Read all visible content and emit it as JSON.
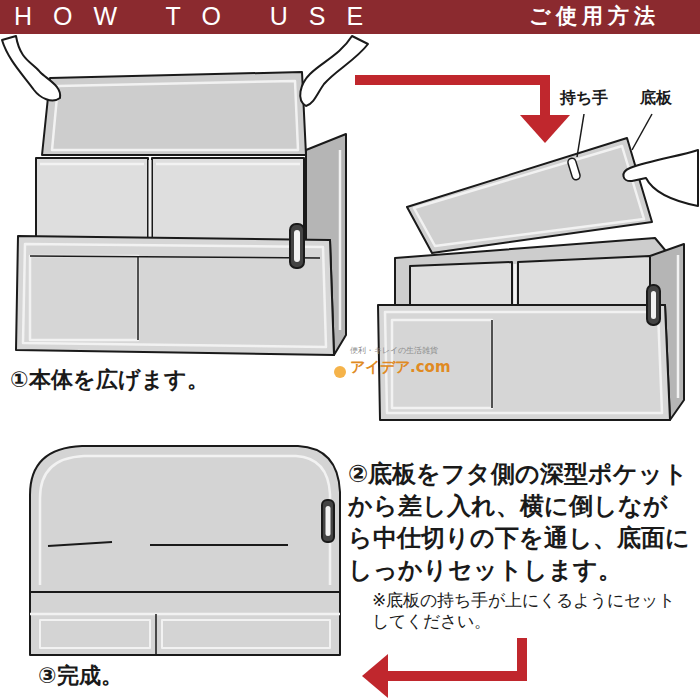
{
  "diagram": {
    "nodes": [
      {
        "text": [
          "HOW TO USE",
          "ご使用方法"
        ]
      }
    ],
    "labels": [
      "持ち手",
      "底板",
      "①本体を広げます。",
      "便利・キレイの生活雑貨",
      "アイデア.com",
      "②底板をフタ側の深型ポケットから差し入れ、横に倒しながら中仕切りの下を通し、底面にしっかりセットします。",
      "※底板の持ち手が上にくるようにセットしてください。",
      "③完成。"
    ]
  }
}
